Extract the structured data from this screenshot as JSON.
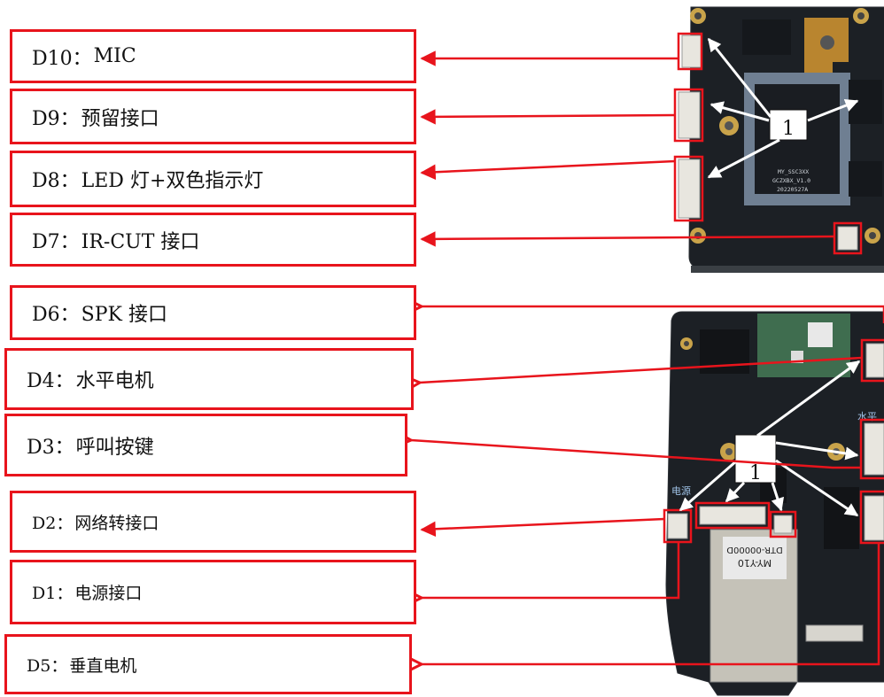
{
  "labels": {
    "d10": {
      "code": "D10：",
      "text": "MIC"
    },
    "d9": {
      "code": "D9：",
      "text": "预留接口"
    },
    "d8": {
      "code": "D8：",
      "text": "LED 灯+双色指示灯"
    },
    "d7": {
      "code": "D7：",
      "text": "IR-CUT 接口"
    },
    "d6": {
      "code": "D6：",
      "text": "SPK 接口"
    },
    "d4": {
      "code": "D4：",
      "text": "水平电机"
    },
    "d3": {
      "code": "D3：",
      "text": "呼叫按键"
    },
    "d2": {
      "code": "D2：",
      "text": "网络转接口"
    },
    "d1": {
      "code": "D1：",
      "text": "电源接口"
    },
    "d5": {
      "code": "D5：",
      "text": "垂直电机"
    }
  },
  "callouts": {
    "top": "1",
    "bottom": "1"
  },
  "board_top": {
    "silk_lines": [
      "MY_SSC3XX",
      "GCZXBX_V1.0",
      "20220527A"
    ]
  },
  "board_bottom": {
    "sd_label_lines": [
      "MY-Y10",
      "DTR-00000D"
    ],
    "silk_power": "电源",
    "silk_horizontal": "水平"
  },
  "colors": {
    "accent": "#e8141c",
    "pcb": "#1b1f24",
    "arrow_white": "#ffffff"
  }
}
